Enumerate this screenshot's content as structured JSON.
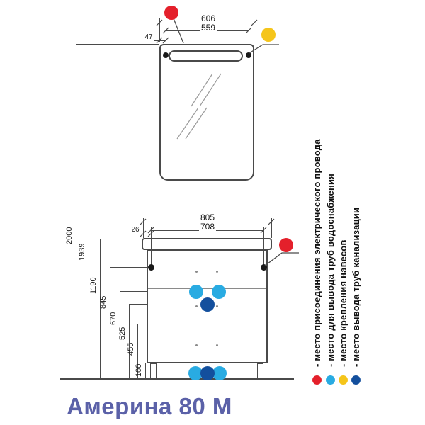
{
  "title": "Америна 80 М",
  "dims": {
    "vertical": [
      "2000",
      "1939",
      "1190",
      "845",
      "670",
      "525",
      "455",
      "100"
    ],
    "mirror": {
      "width": "606",
      "hanger_span": "559",
      "hanger_offset": "47"
    },
    "vanity": {
      "width": "805",
      "hanger_span": "708",
      "hanger_offset": "26"
    }
  },
  "legend": {
    "items": [
      {
        "key": "electric",
        "label": "- место присоединения электрического провода"
      },
      {
        "key": "water",
        "label": "- место для вывода труб водоснабжения"
      },
      {
        "key": "hangers",
        "label": "- место крепления навесов"
      },
      {
        "key": "sewage",
        "label": "- место вывода труб канализации"
      }
    ]
  },
  "colors": {
    "electric": "#e4202b",
    "water": "#29abe2",
    "hangers": "#f5c51a",
    "sewage": "#134f9d",
    "title": "#5b61a8",
    "line": "#4a4a4a"
  }
}
